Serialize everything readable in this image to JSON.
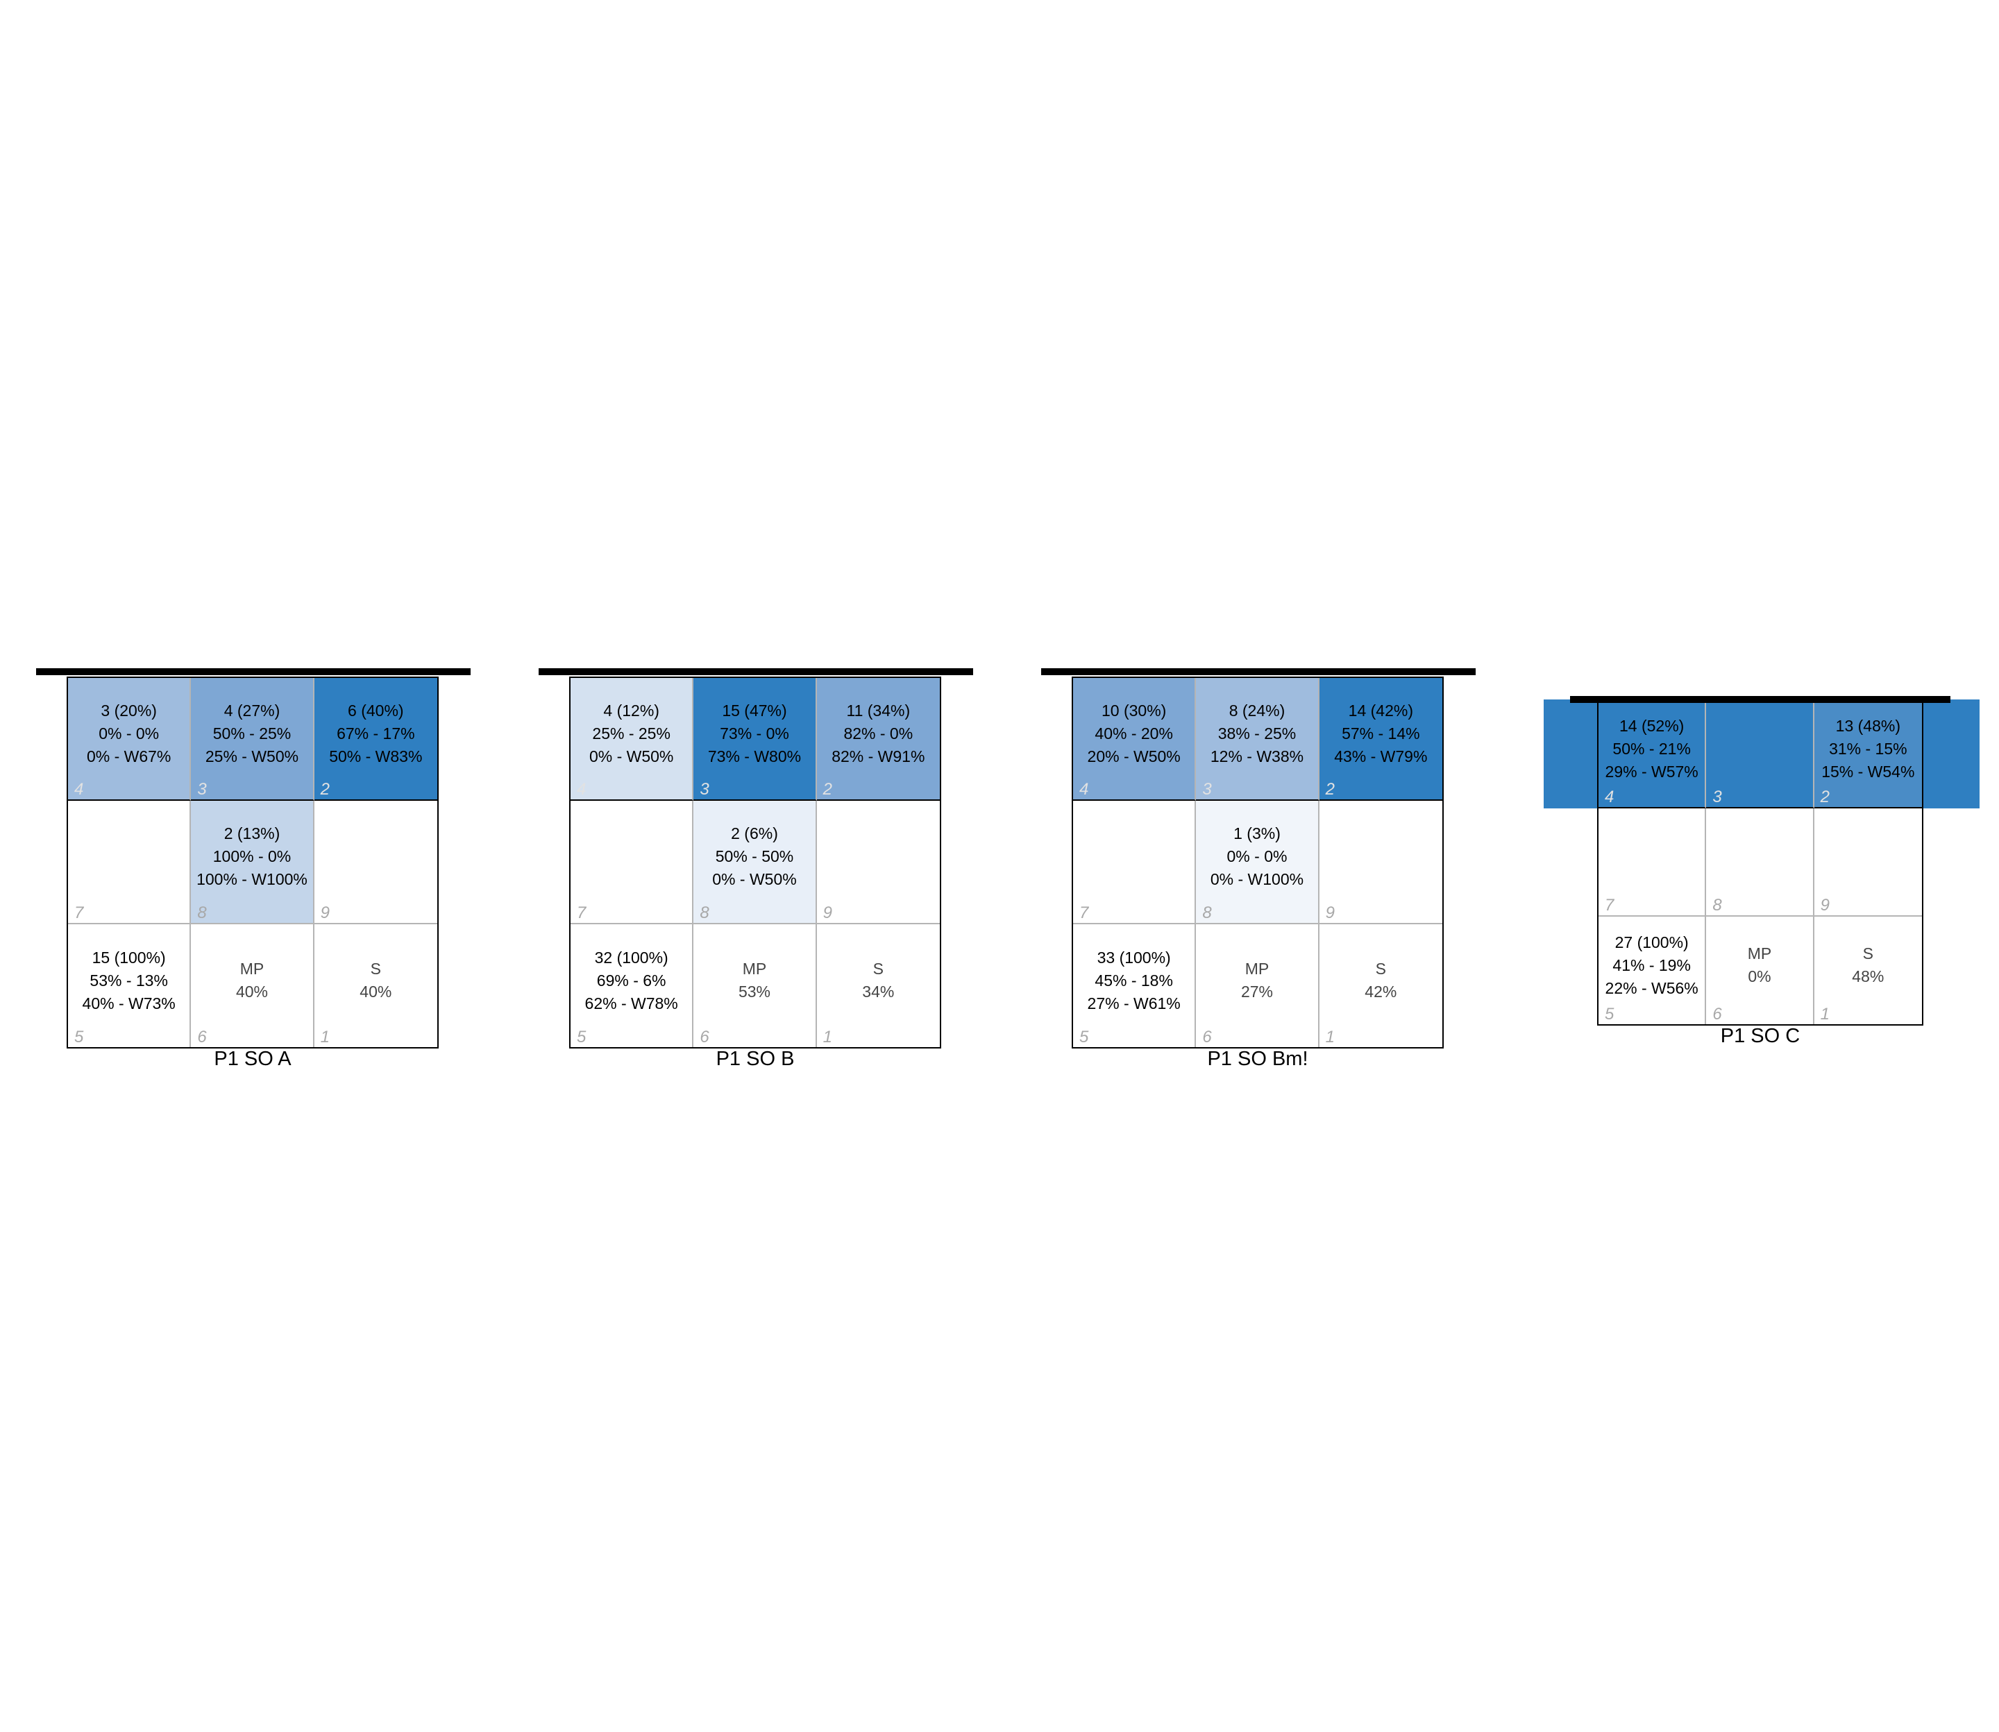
{
  "chart_data": [
    {
      "type": "heatmap",
      "title": "P1 SO A",
      "band_color": "",
      "cells": {
        "4": {
          "lines": [
            "3 (20%)",
            "0% - 0%",
            "0% - W67%"
          ],
          "fill": "#9fbcde"
        },
        "3": {
          "lines": [
            "4 (27%)",
            "50% - 25%",
            "25% - W50%"
          ],
          "fill": "#7ea7d4"
        },
        "2": {
          "lines": [
            "6 (40%)",
            "67% - 17%",
            "50% - W83%"
          ],
          "fill": "#2f7fc1"
        },
        "7": {
          "lines": [],
          "fill": "#ffffff"
        },
        "8": {
          "lines": [
            "2 (13%)",
            "100% - 0%",
            "100% - W100%"
          ],
          "fill": "#c3d5ea"
        },
        "9": {
          "lines": [],
          "fill": "#ffffff"
        },
        "5": {
          "lines": [
            "15 (100%)",
            "53% - 13%",
            "40% - W73%"
          ],
          "fill": "#ffffff"
        },
        "6": {
          "lines": [
            "MP",
            "40%"
          ],
          "fill": "#ffffff",
          "muted": true
        },
        "1": {
          "lines": [
            "S",
            "40%"
          ],
          "fill": "#ffffff",
          "muted": true
        }
      }
    },
    {
      "type": "heatmap",
      "title": "P1 SO B",
      "band_color": "",
      "cells": {
        "4": {
          "lines": [
            "4 (12%)",
            "25% - 25%",
            "0% - W50%"
          ],
          "fill": "#d4e1f0"
        },
        "3": {
          "lines": [
            "15 (47%)",
            "73% - 0%",
            "73% - W80%"
          ],
          "fill": "#2f7fc1"
        },
        "2": {
          "lines": [
            "11 (34%)",
            "82% - 0%",
            "82% - W91%"
          ],
          "fill": "#7ea7d4"
        },
        "7": {
          "lines": [],
          "fill": "#ffffff"
        },
        "8": {
          "lines": [
            "2 (6%)",
            "50% - 50%",
            "0% - W50%"
          ],
          "fill": "#e8eff8"
        },
        "9": {
          "lines": [],
          "fill": "#ffffff"
        },
        "5": {
          "lines": [
            "32 (100%)",
            "69% - 6%",
            "62% - W78%"
          ],
          "fill": "#ffffff"
        },
        "6": {
          "lines": [
            "MP",
            "53%"
          ],
          "fill": "#ffffff",
          "muted": true
        },
        "1": {
          "lines": [
            "S",
            "34%"
          ],
          "fill": "#ffffff",
          "muted": true
        }
      }
    },
    {
      "type": "heatmap",
      "title": "P1 SO Bm!",
      "band_color": "",
      "cells": {
        "4": {
          "lines": [
            "10 (30%)",
            "40% - 20%",
            "20% - W50%"
          ],
          "fill": "#7ea7d4"
        },
        "3": {
          "lines": [
            "8 (24%)",
            "38% - 25%",
            "12% - W38%"
          ],
          "fill": "#9fbcde"
        },
        "2": {
          "lines": [
            "14 (42%)",
            "57% - 14%",
            "43% - W79%"
          ],
          "fill": "#2f7fc1"
        },
        "7": {
          "lines": [],
          "fill": "#ffffff"
        },
        "8": {
          "lines": [
            "1 (3%)",
            "0% - 0%",
            "0% - W100%"
          ],
          "fill": "#f1f5fa"
        },
        "9": {
          "lines": [],
          "fill": "#ffffff"
        },
        "5": {
          "lines": [
            "33 (100%)",
            "45% - 18%",
            "27% - W61%"
          ],
          "fill": "#ffffff"
        },
        "6": {
          "lines": [
            "MP",
            "27%"
          ],
          "fill": "#ffffff",
          "muted": true
        },
        "1": {
          "lines": [
            "S",
            "42%"
          ],
          "fill": "#ffffff",
          "muted": true
        }
      }
    },
    {
      "type": "heatmap",
      "title": "P1 SO C",
      "band_color": "#2f7fc1",
      "cells": {
        "4": {
          "lines": [
            "14 (52%)",
            "50% - 21%",
            "29% - W57%"
          ],
          "fill": "#2f7fc1"
        },
        "3": {
          "lines": [],
          "fill": "#2f7fc1"
        },
        "2": {
          "lines": [
            "13 (48%)",
            "31% - 15%",
            "15% - W54%"
          ],
          "fill": "#4a8cc6"
        },
        "7": {
          "lines": [],
          "fill": "#ffffff"
        },
        "8": {
          "lines": [],
          "fill": "#ffffff"
        },
        "9": {
          "lines": [],
          "fill": "#ffffff"
        },
        "5": {
          "lines": [
            "27 (100%)",
            "41% - 19%",
            "22% - W56%"
          ],
          "fill": "#ffffff"
        },
        "6": {
          "lines": [
            "MP",
            "0%"
          ],
          "fill": "#ffffff",
          "muted": true
        },
        "1": {
          "lines": [
            "S",
            "48%"
          ],
          "fill": "#ffffff",
          "muted": true
        }
      }
    }
  ]
}
